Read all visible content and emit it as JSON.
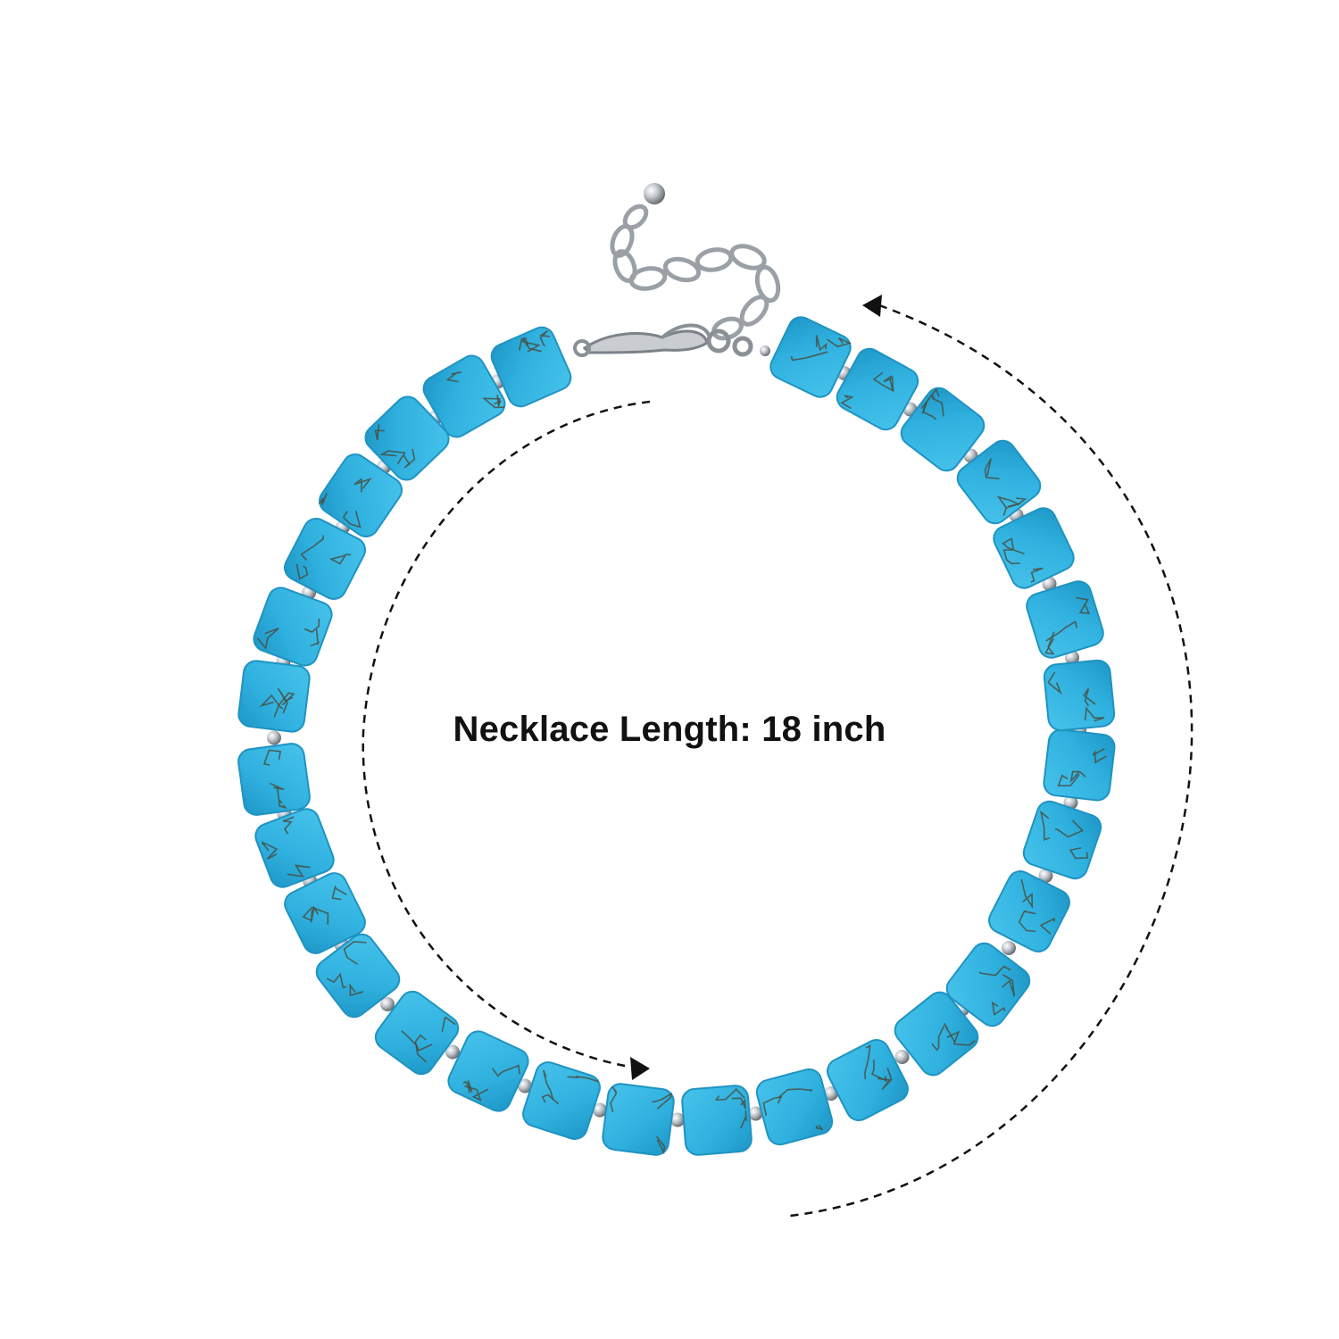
{
  "caption": "Necklace Length: 18 inch",
  "colors": {
    "bead": "#2fb3e0",
    "bead_edge": "#1f93c2",
    "crack": "#4a4a3a",
    "metal": "#b8bcc2",
    "metal_dark": "#6d7278",
    "arrow": "#111111"
  },
  "product": {
    "stone_bead_count": 30,
    "stone_shape": "square",
    "spacer": "silver-ball",
    "clasp": "lobster-claw-with-extender-chain"
  }
}
